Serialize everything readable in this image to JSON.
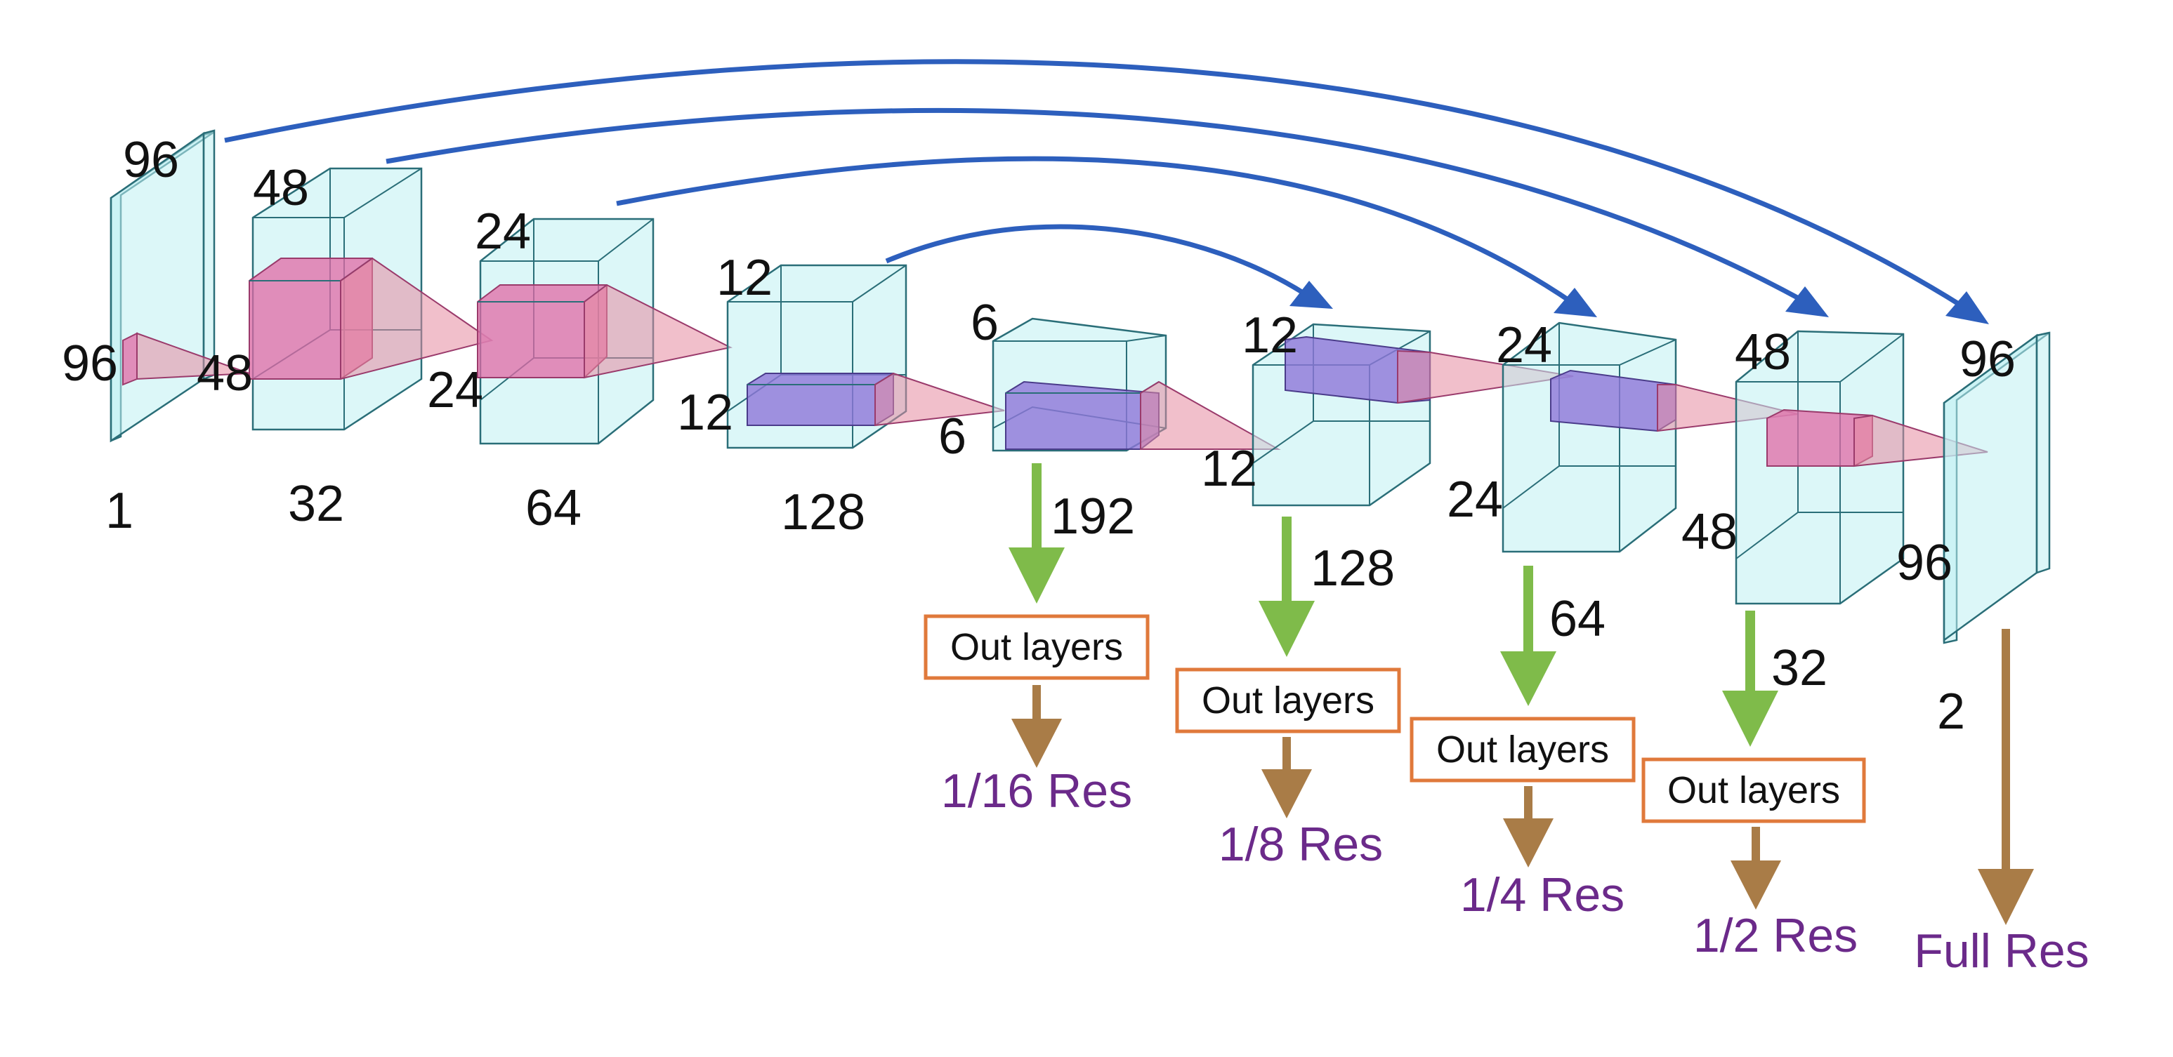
{
  "encoder": {
    "layers": [
      {
        "size_top": "96",
        "size_side": "96",
        "kernel_in": "48",
        "channels": "1"
      },
      {
        "size_top": "48",
        "kernel_in": "24",
        "channels": "32"
      },
      {
        "size_top": "24",
        "channels": "64"
      },
      {
        "size_top": "12",
        "size_side": "12",
        "kernel_in": "6",
        "channels": "128"
      },
      {
        "size_top": "6",
        "kernel_in": "12",
        "channels": "192"
      }
    ]
  },
  "decoder": {
    "layers": [
      {
        "size_top": "12",
        "size_side": "24",
        "channels": "128"
      },
      {
        "size_top": "24",
        "size_side": "48",
        "channels": "64"
      },
      {
        "size_top": "48",
        "size_side": "96",
        "channels": "32"
      },
      {
        "size_top": "96",
        "channels": "2"
      }
    ]
  },
  "outputs": [
    {
      "box": "Out layers",
      "res": "1/16 Res"
    },
    {
      "box": "Out layers",
      "res": "1/8 Res"
    },
    {
      "box": "Out layers",
      "res": "1/4 Res"
    },
    {
      "box": "Out layers",
      "res": "1/2 Res"
    },
    {
      "res": "Full Res"
    }
  ],
  "colors": {
    "skip_arrow": "#2d5fbd",
    "output_arrow": "#7fbb4a",
    "res_arrow": "#a97c47",
    "out_box_border": "#e0793b",
    "res_text": "#6b2a8a",
    "volume": "#bff0f3",
    "kernel": "#e26aa5"
  }
}
